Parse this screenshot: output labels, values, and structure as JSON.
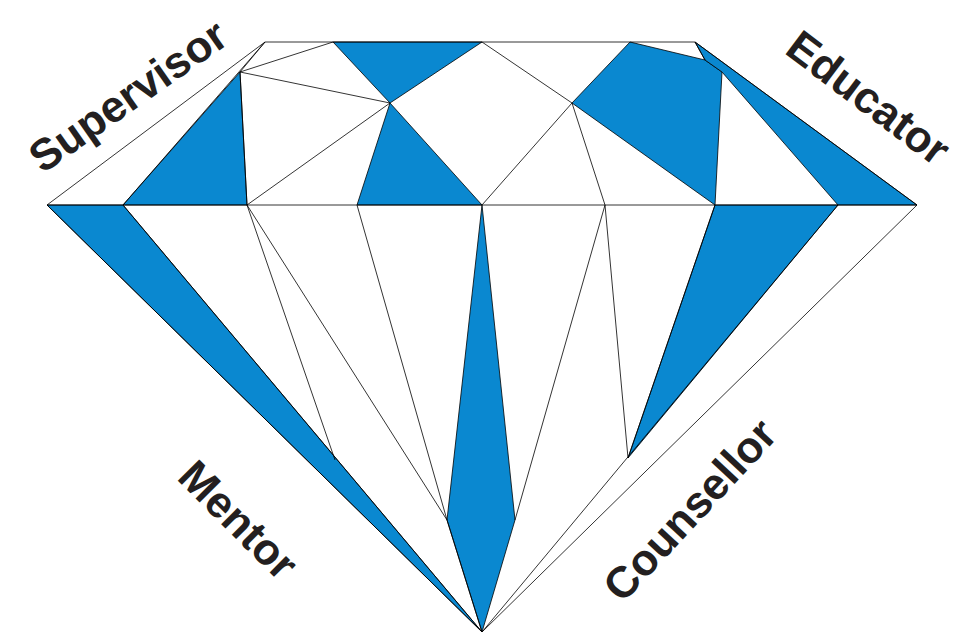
{
  "diagram": {
    "labels": [
      "Supervisor",
      "Educator",
      "Mentor",
      "Counsellor"
    ]
  }
}
